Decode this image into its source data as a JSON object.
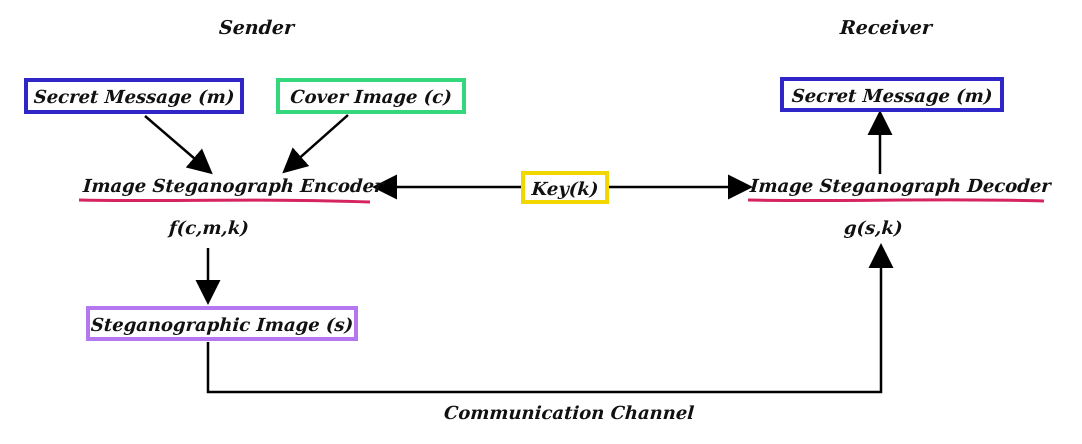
{
  "diagram": {
    "sender_label": "Sender",
    "receiver_label": "Receiver",
    "secret_message_sender": "Secret Message (m)",
    "cover_image": "Cover Image (c)",
    "encoder": "Image Steganograph Encoder",
    "encoder_function": "f(c,m,k)",
    "key": "Key(k)",
    "decoder": "Image Steganograph Decoder",
    "decoder_function": "g(s,k)",
    "secret_message_receiver": "Secret Message (m)",
    "stego_image": "Steganographic Image (s)",
    "channel": "Communication Channel"
  },
  "colors": {
    "secret_message_border": "#2f25c9",
    "cover_image_border": "#35d77c",
    "key_border": "#f2d600",
    "stego_image_border": "#b477f0",
    "underline": "#d62463",
    "arrow": "#000000"
  }
}
